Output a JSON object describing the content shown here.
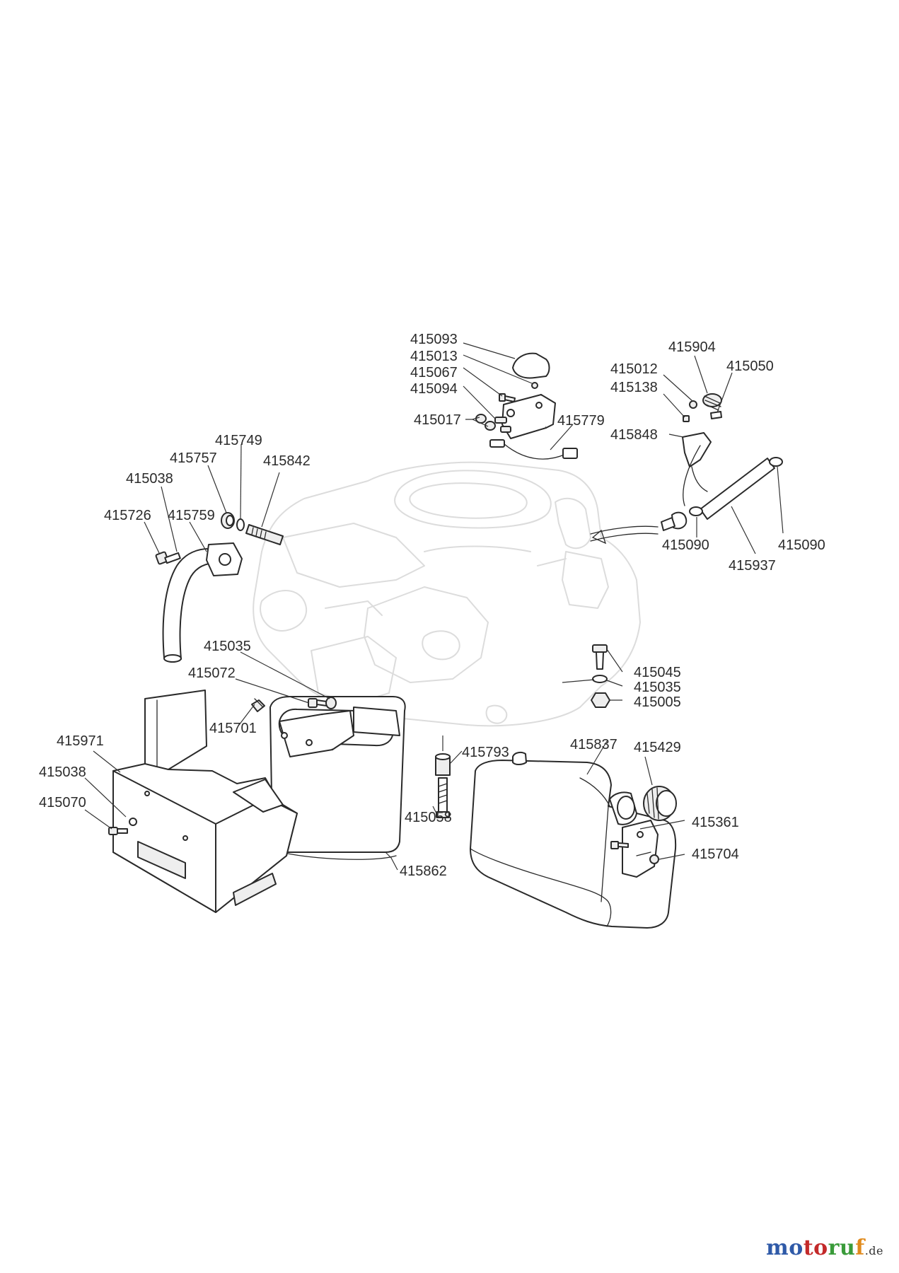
{
  "colors": {
    "line": "#2a2a2a",
    "ghost_engine": "#dcdcdc",
    "brand_blue": "#2f5aa8",
    "brand_red": "#c32a2a",
    "brand_green": "#3a9b3a",
    "brand_orange": "#e08a1c"
  },
  "watermark": {
    "parts": [
      "mo",
      "to",
      "ru",
      "f"
    ],
    "tld": ".de"
  },
  "labels": {
    "l415093": "415093",
    "l415013": "415013",
    "l415067": "415067",
    "l415094": "415094",
    "l415017": "415017",
    "l415779": "415779",
    "l415904": "415904",
    "l415012": "415012",
    "l415050": "415050",
    "l415138": "415138",
    "l415848": "415848",
    "l415090a": "415090",
    "l415090b": "415090",
    "l415937": "415937",
    "l415749": "415749",
    "l415757": "415757",
    "l415842": "415842",
    "l415038a": "415038",
    "l415726": "415726",
    "l415759": "415759",
    "l415035a": "415035",
    "l415072": "415072",
    "l415701": "415701",
    "l415971": "415971",
    "l415038b": "415038",
    "l415070": "415070",
    "l415862": "415862",
    "l415045": "415045",
    "l415035b": "415035",
    "l415005": "415005",
    "l415793": "415793",
    "l415058": "415058",
    "l415837": "415837",
    "l415429": "415429",
    "l415361": "415361",
    "l415704": "415704"
  }
}
